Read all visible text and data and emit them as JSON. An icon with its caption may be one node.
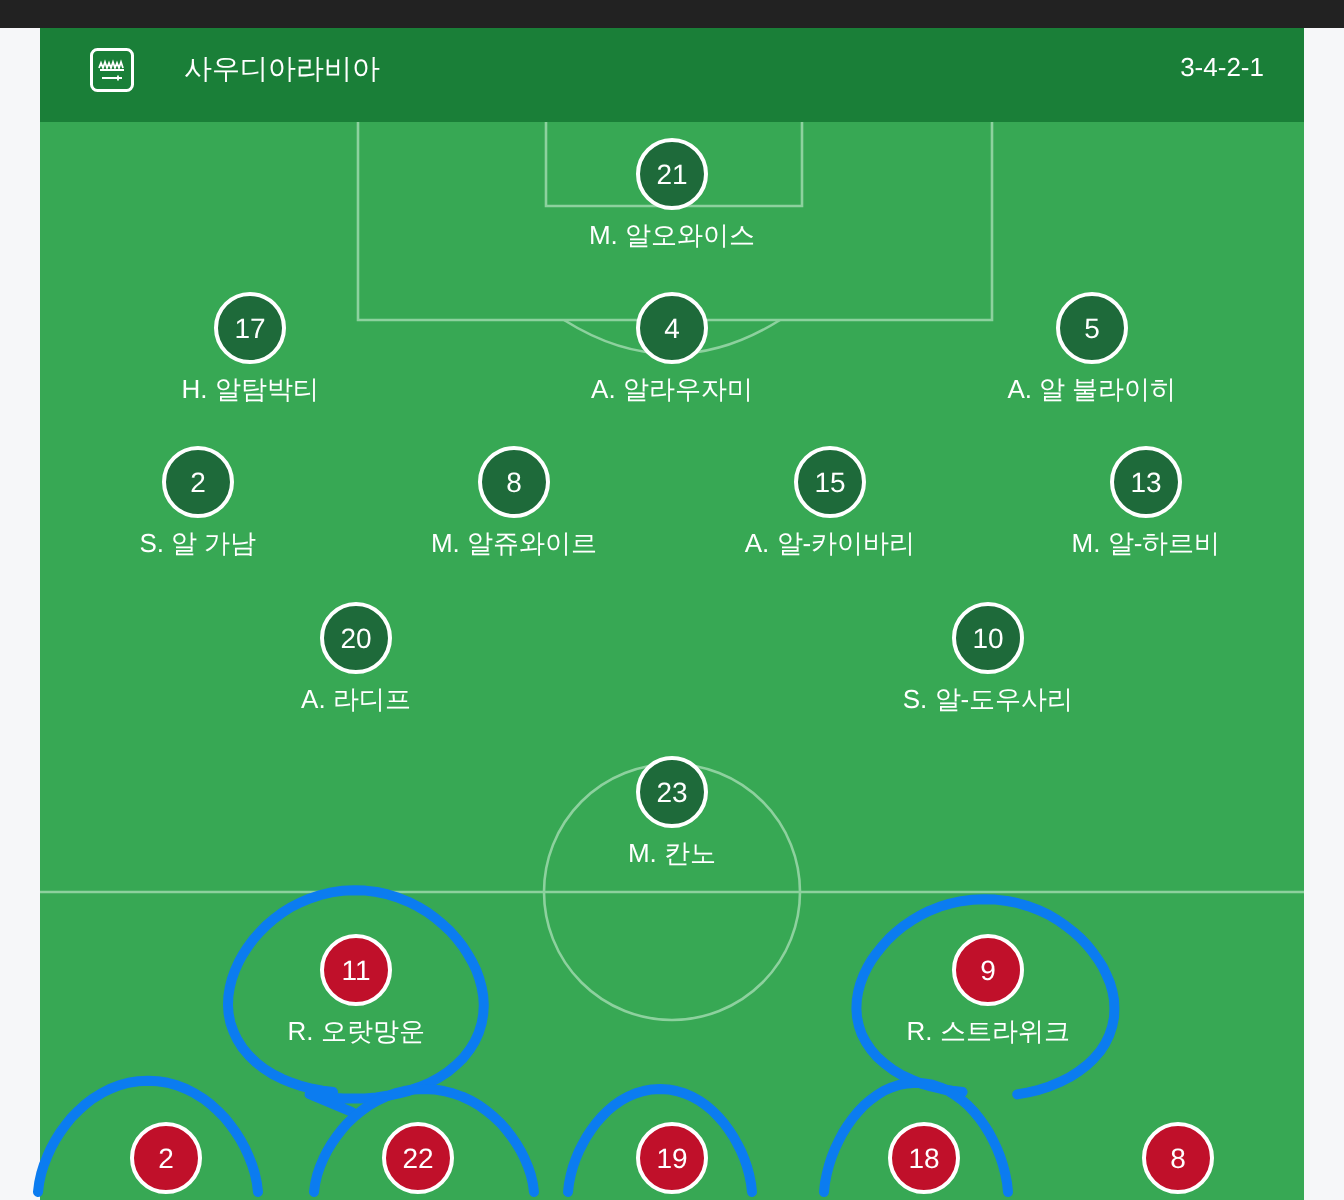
{
  "diagram": {
    "title": "사우디아라비아",
    "labels": [
      "3-4-2-1"
    ],
    "nodes": [
      {
        "text": [
          "21"
        ],
        "beside": [
          "M. 알오와이스"
        ]
      },
      {
        "text": [
          "17"
        ],
        "beside": [
          "H. 알탐박티"
        ]
      },
      {
        "text": [
          "4"
        ],
        "beside": [
          "A. 알라우자미"
        ]
      },
      {
        "text": [
          "5"
        ],
        "beside": [
          "A. 알 불라이히"
        ]
      },
      {
        "text": [
          "2"
        ],
        "beside": [
          "S. 알 가남"
        ]
      },
      {
        "text": [
          "8"
        ],
        "beside": [
          "M. 알쥬와이르"
        ]
      },
      {
        "text": [
          "15"
        ],
        "beside": [
          "A. 알-카이바리"
        ]
      },
      {
        "text": [
          "13"
        ],
        "beside": [
          "M. 알-하르비"
        ]
      },
      {
        "text": [
          "20"
        ],
        "beside": [
          "A. 라디프"
        ]
      },
      {
        "text": [
          "10"
        ],
        "beside": [
          "S. 알-도우사리"
        ]
      },
      {
        "text": [
          "23"
        ],
        "beside": [
          "M. 칸노"
        ]
      },
      {
        "text": [
          "11"
        ],
        "beside": [
          "R. 오랏망운"
        ]
      },
      {
        "text": [
          "9"
        ],
        "beside": [
          "R. 스트라위크"
        ]
      },
      {
        "text": [
          "2"
        ]
      },
      {
        "text": [
          "22"
        ]
      },
      {
        "text": [
          "19"
        ]
      },
      {
        "text": [
          "18"
        ]
      },
      {
        "text": [
          "8"
        ]
      }
    ]
  }
}
